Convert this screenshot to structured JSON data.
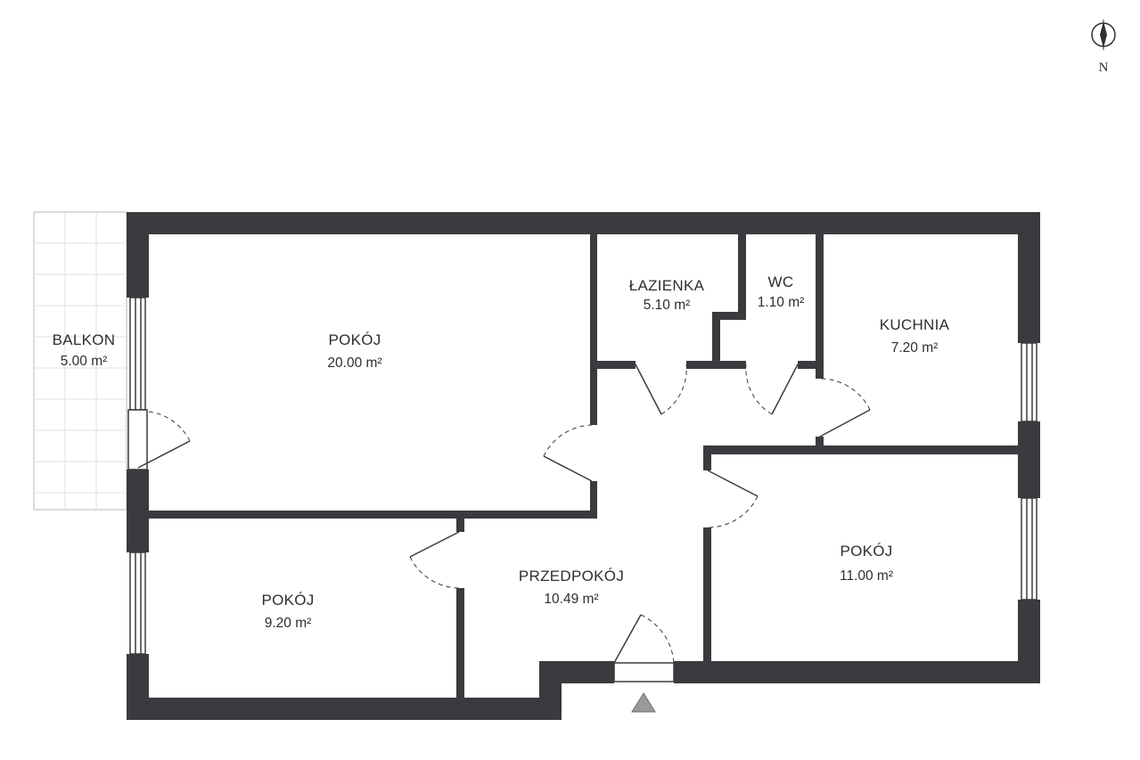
{
  "compass": {
    "label": "N",
    "icon": "north-arrow-icon"
  },
  "rooms": [
    {
      "id": "pokoj-large",
      "name": "POKÓJ",
      "area": "20.00 m²"
    },
    {
      "id": "lazienka",
      "name": "ŁAZIENKA",
      "area": "5.10 m²"
    },
    {
      "id": "wc",
      "name": "WC",
      "area": "1.10 m²"
    },
    {
      "id": "kuchnia",
      "name": "KUCHNIA",
      "area": "7.20 m²"
    },
    {
      "id": "balkon",
      "name": "BALKON",
      "area": "5.00 m²"
    },
    {
      "id": "pokoj-small",
      "name": "POKÓJ",
      "area": "9.20 m²"
    },
    {
      "id": "przedpokoj",
      "name": "PRZEDPOKÓJ",
      "area": "10.49 m²"
    },
    {
      "id": "pokoj-right",
      "name": "POKÓJ",
      "area": "11.00 m²"
    }
  ],
  "entrance": {
    "icon": "entrance-triangle-icon"
  },
  "colors": {
    "wall": "#3a3a3f",
    "text": "#2e2e33",
    "door": "#3a3a3f",
    "balcony_grid": "#e4e4e4"
  }
}
